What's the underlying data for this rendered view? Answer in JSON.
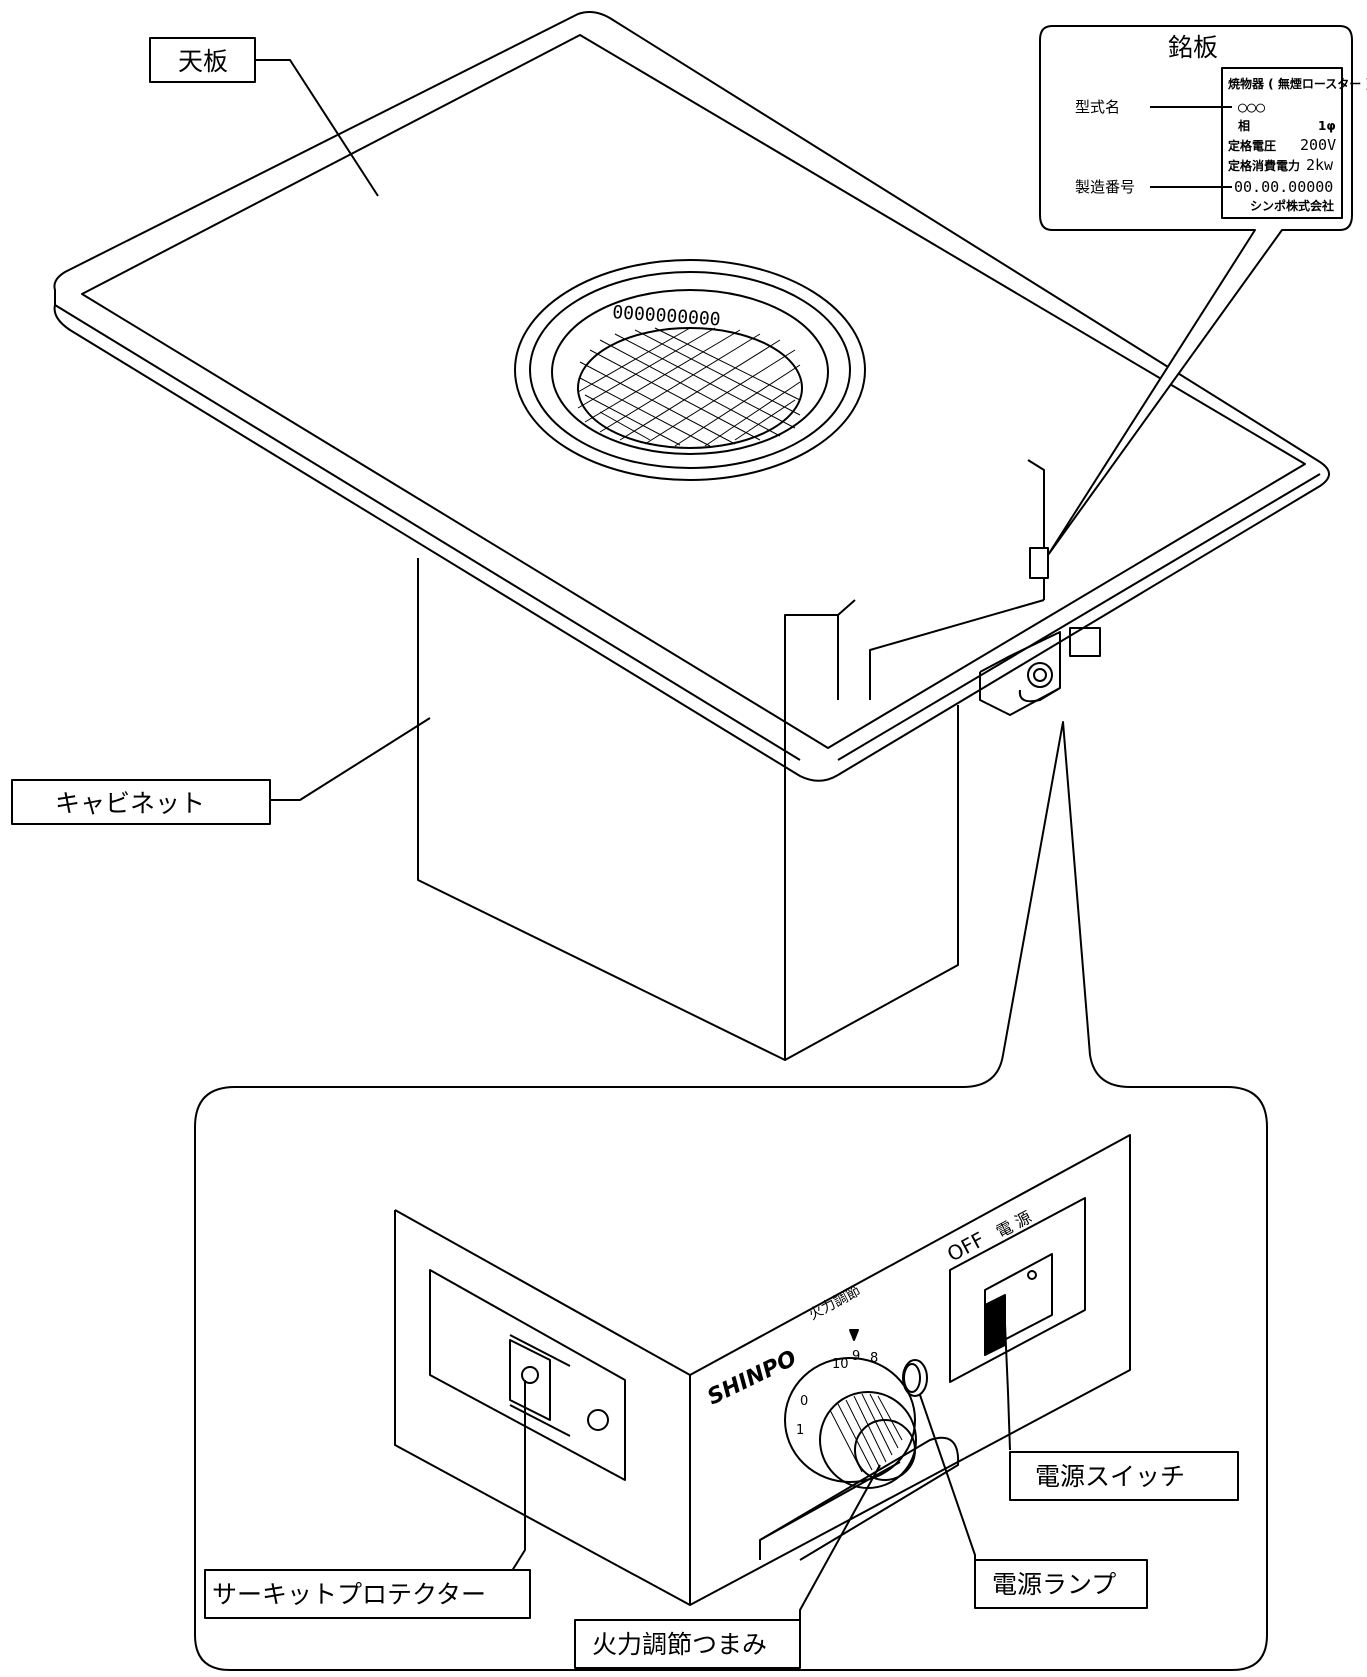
{
  "labels": {
    "top_plate": "天板",
    "cabinet": "キャビネット",
    "nameplate_title": "銘板",
    "model_name": "型式名",
    "serial_number": "製造番号",
    "power_switch": "電源スイッチ",
    "power_lamp": "電源ランプ",
    "circuit_protector": "サーキットプロテクター",
    "heat_knob": "火力調節つまみ"
  },
  "nameplate": {
    "product": "焼物器 ( 無煙ロースター )",
    "model": "○○○",
    "phase_label": "相",
    "phase_value": "1φ",
    "voltage_label": "定格電圧",
    "voltage_value": "200V",
    "power_label": "定格消費電力",
    "power_value": "2kw",
    "serial": "00.00.00000",
    "maker": "シンポ株式会社"
  },
  "panel": {
    "brand": "SHINPO",
    "heat_label": "火力調節",
    "switch_off": "OFF",
    "switch_label": "電 源",
    "dial_numbers": [
      "10",
      "9",
      "8",
      "1",
      "0"
    ]
  },
  "grill": {
    "vent_holes": "0000000000"
  }
}
